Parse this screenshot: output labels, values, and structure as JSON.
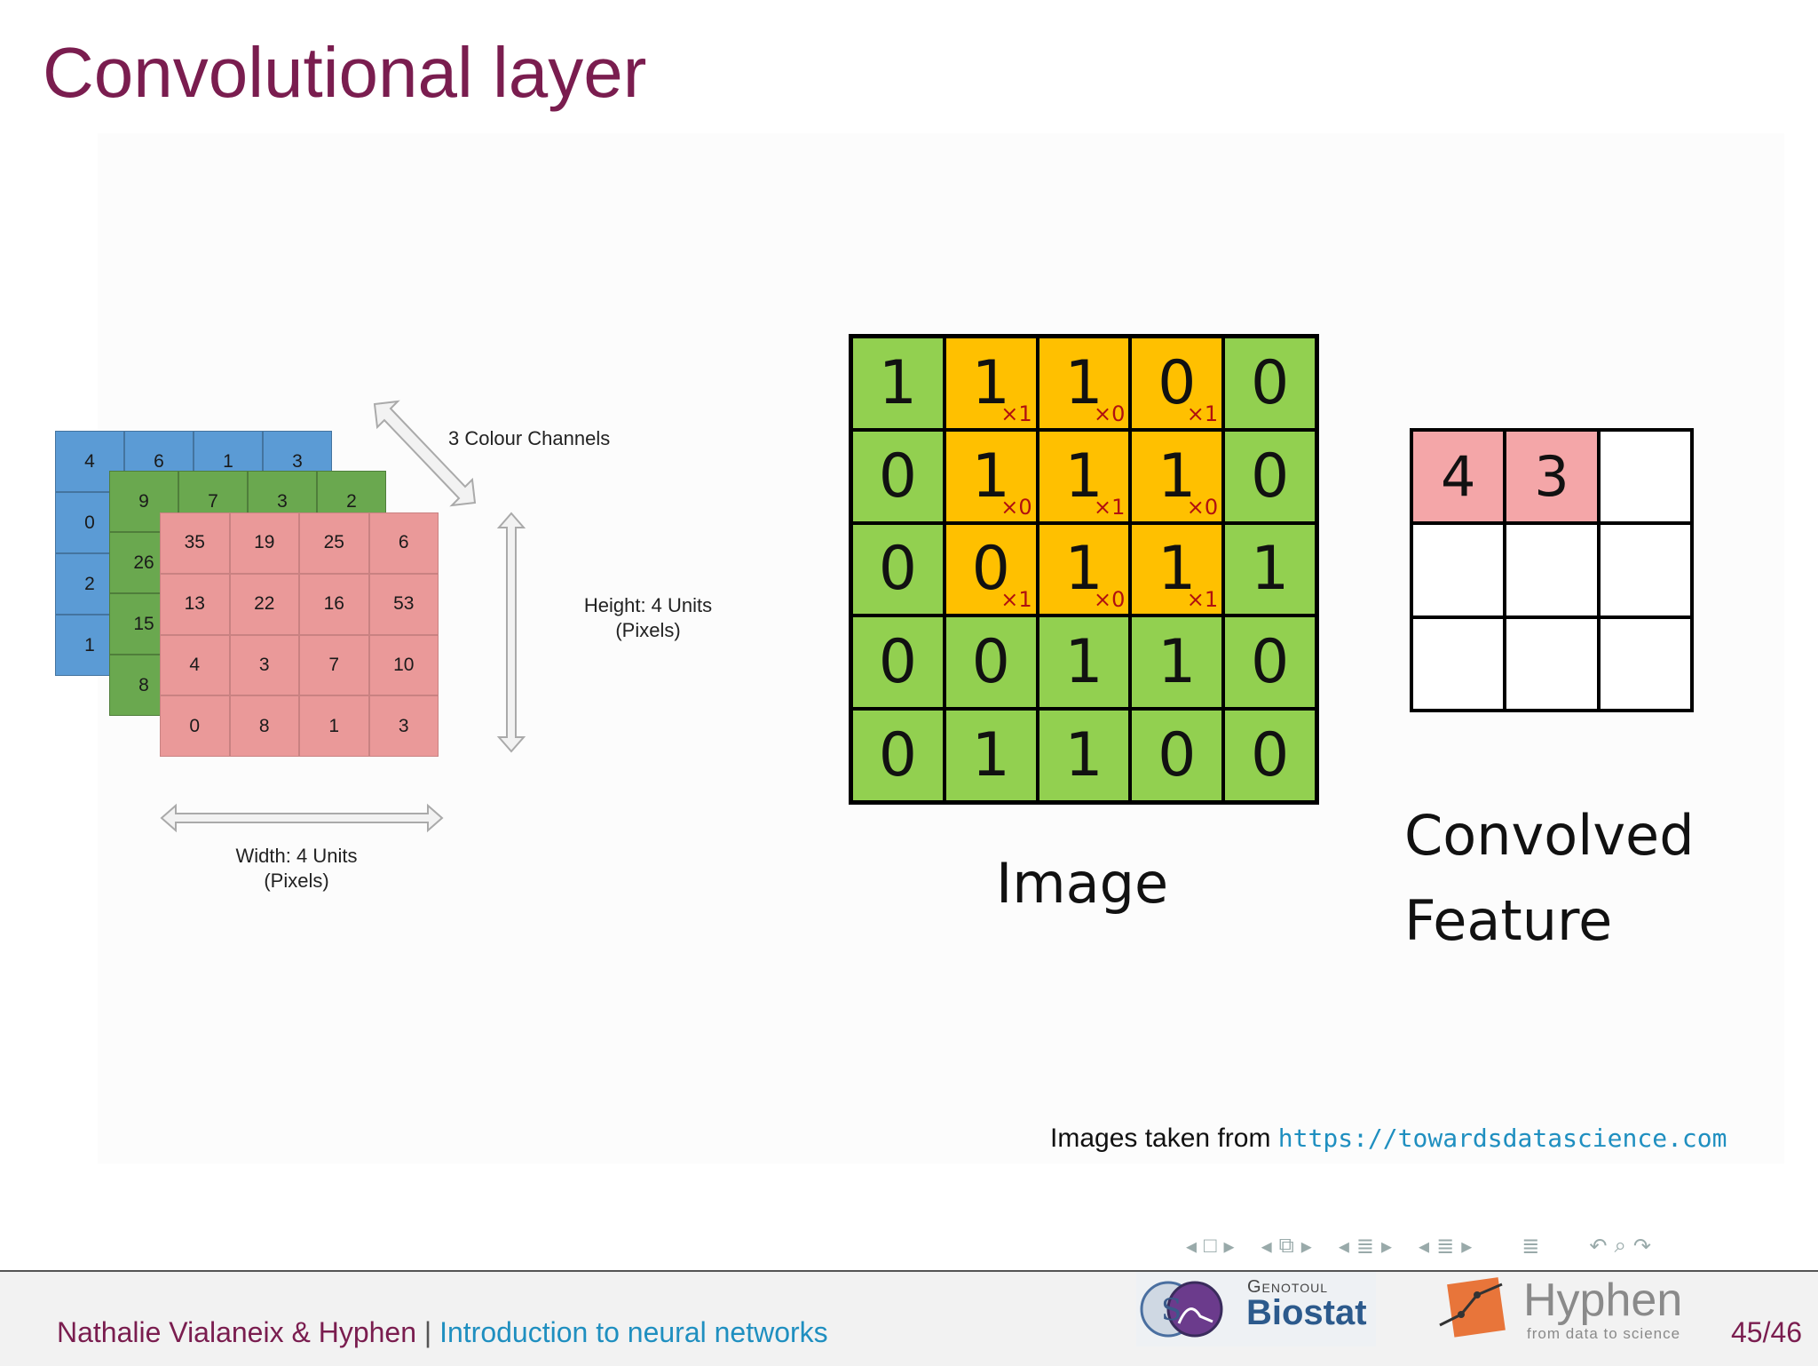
{
  "slide": {
    "title": "Convolutional layer",
    "rgb_diagram": {
      "blue_visible": [
        "4",
        "6",
        "1",
        "3",
        "0",
        "2",
        "1"
      ],
      "green_visible": [
        "9",
        "7",
        "3",
        "2",
        "26",
        "15",
        "8"
      ],
      "red_values": [
        [
          "35",
          "19",
          "25",
          "6"
        ],
        [
          "13",
          "22",
          "16",
          "53"
        ],
        [
          "4",
          "3",
          "7",
          "10"
        ],
        [
          "0",
          "8",
          "1",
          "3"
        ]
      ],
      "channels_label": "3 Colour Channels",
      "height_label": "Height: 4 Units",
      "height_sub": "(Pixels)",
      "width_label": "Width: 4 Units",
      "width_sub": "(Pixels)"
    },
    "image_grid": {
      "values": [
        [
          "1",
          "1",
          "1",
          "0",
          "0"
        ],
        [
          "0",
          "1",
          "1",
          "1",
          "0"
        ],
        [
          "0",
          "0",
          "1",
          "1",
          "1"
        ],
        [
          "0",
          "0",
          "1",
          "1",
          "0"
        ],
        [
          "0",
          "1",
          "1",
          "0",
          "0"
        ]
      ],
      "kernel_weights": [
        [
          "×1",
          "×0",
          "×1"
        ],
        [
          "×0",
          "×1",
          "×0"
        ],
        [
          "×1",
          "×0",
          "×1"
        ]
      ],
      "label": "Image"
    },
    "convolved": {
      "values": [
        [
          "4",
          "3",
          ""
        ],
        [
          "",
          "",
          ""
        ],
        [
          "",
          "",
          ""
        ]
      ],
      "label_line1": "Convolved",
      "label_line2": "Feature"
    },
    "credit": {
      "prefix": "Images taken from",
      "url": "https://towardsdatascience.com"
    },
    "footer": {
      "authors": "Nathalie Vialaneix & Hyphen",
      "separator": "|",
      "talk_title": "Introduction to neural networks",
      "page": "45/46",
      "genotoul_top": "Genotoul",
      "genotoul_bottom": "Biostat",
      "hyphen_name": "Hyphen",
      "hyphen_tagline": "from data to science"
    },
    "colors": {
      "title": "#7a1d4f",
      "link": "#1f8fc0",
      "image_cell": "#92d050",
      "kernel_cell": "#ffc000",
      "convolved_cell": "#f4a6a8"
    }
  }
}
